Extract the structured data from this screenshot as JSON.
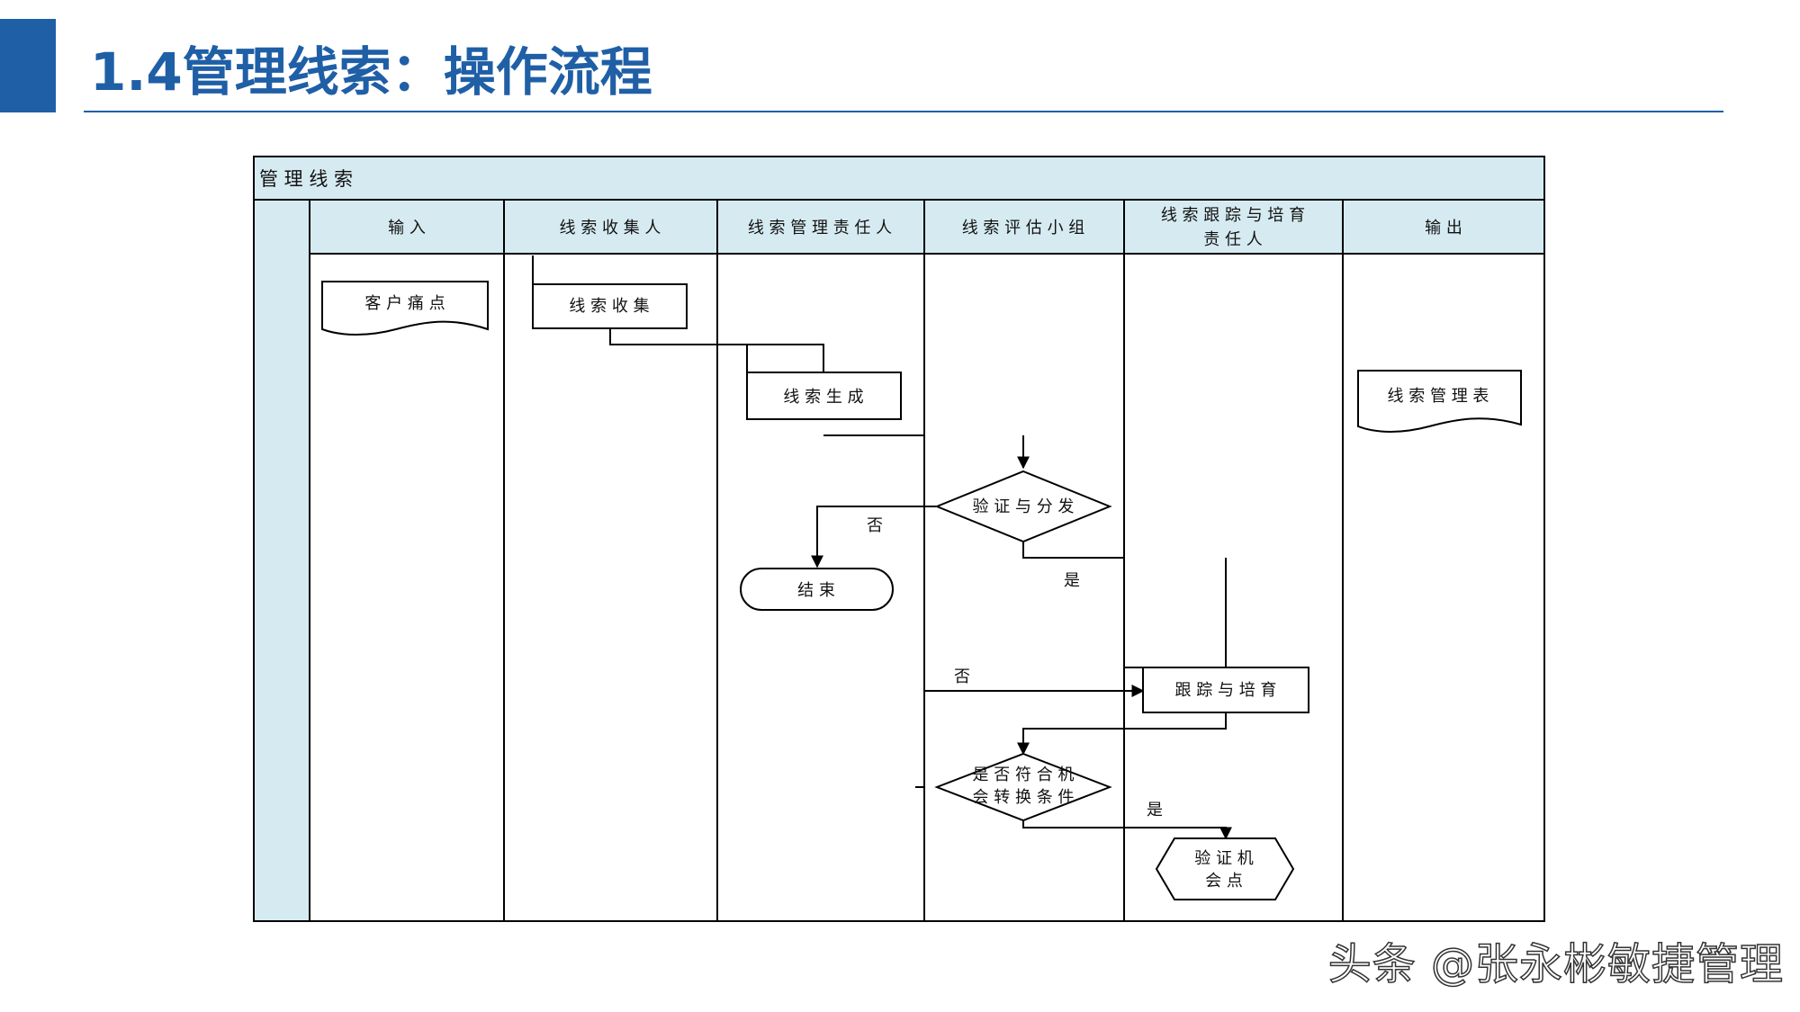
{
  "page": {
    "title": "1.4管理线索：操作流程",
    "watermark": "头条 @张永彬敏捷管理",
    "accent_color": "#1f5fa6",
    "lane_header_fill": "#d6ebf1"
  },
  "swimlane": {
    "pool_title": "管 理 线 索",
    "lanes": [
      {
        "id": "input",
        "label": "输 入"
      },
      {
        "id": "collector",
        "label": "线 索 收 集 人"
      },
      {
        "id": "manager",
        "label": "线 索 管 理 责 任 人"
      },
      {
        "id": "evaluation",
        "label": "线 索 评 估 小 组"
      },
      {
        "id": "tracking",
        "label_line1": "线 索 跟 踪 与 培 育",
        "label_line2": "责 任 人"
      },
      {
        "id": "output",
        "label": "输 出"
      }
    ]
  },
  "nodes": {
    "customer_pain": "客 户 痛 点",
    "lead_collect": "线 索 收 集",
    "lead_generate": "线 索 生 成",
    "verify_distribute": "验 证 与 分 发",
    "end": "结 束",
    "track_nurture": "跟 踪 与 培 育",
    "qualify_line1": "是 否 符 合 机",
    "qualify_line2": "会 转 换 条 件",
    "verify_opp_line1": "验 证 机",
    "verify_opp_line2": "会 点",
    "lead_table": "线 索 管 理 表"
  },
  "edge_labels": {
    "verify_no": "否",
    "verify_yes": "是",
    "qualify_no": "否",
    "qualify_yes": "是"
  }
}
